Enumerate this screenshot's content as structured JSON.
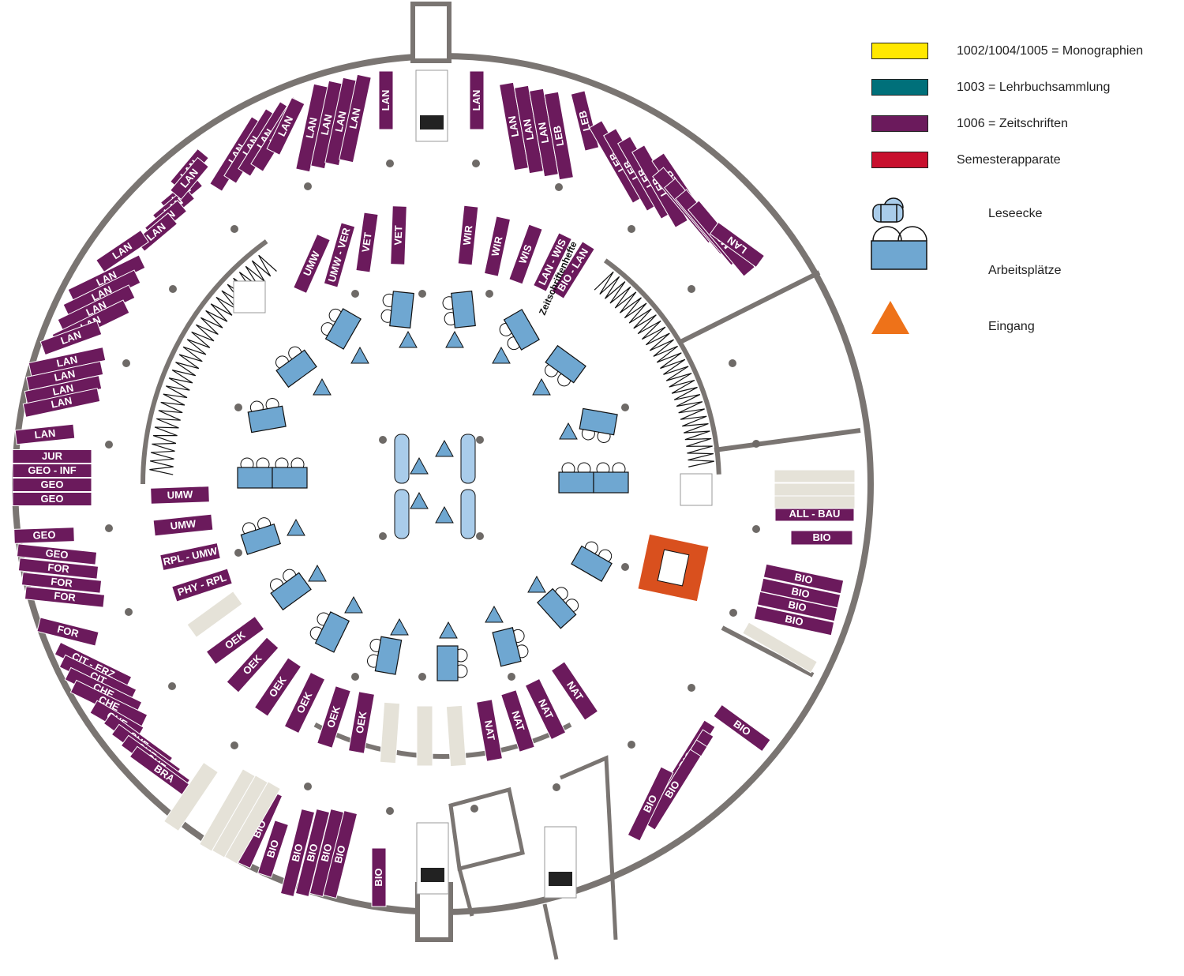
{
  "legend": {
    "items": [
      {
        "label": "1002/1004/1005 = Monographien",
        "color": "#FFE800"
      },
      {
        "label": "1003 = Lehrbuchsammlung",
        "color": "#00707A"
      },
      {
        "label": "1006 = Zeitschriften",
        "color": "#6B1A5C"
      },
      {
        "label": "Semesterapparate",
        "color": "#C8102E"
      }
    ],
    "icons": [
      {
        "label": "Leseecke",
        "icon": "reading-corner-icon"
      },
      {
        "label": "Arbeitsplätze",
        "icon": "workstation-icon"
      },
      {
        "label": "Eingang",
        "icon": "entrance-triangle-icon",
        "color": "#EE7219"
      }
    ]
  },
  "colors": {
    "journal": "#6B1A5C",
    "wall": "#7A7572",
    "desk": "#6FA7D1",
    "empty_shelf": "#E5E2D8",
    "elevator": "#D9501E",
    "entrance": "#6FA7D1"
  },
  "annotations": {
    "zeitschriftenhefte": "Zeitschriftenhefte"
  },
  "shelves": {
    "outer_left": [
      "LAN",
      "LAN",
      "LAN",
      "LAN",
      "LAN",
      "LAN",
      "LAN",
      "LAN",
      "LAN",
      "LAN",
      "LAN",
      "LAN",
      "LAN",
      "LAN",
      "LAN",
      "LAN",
      "JUR",
      "GEO - INF",
      "GEO",
      "GEO",
      "GEO",
      "GEO",
      "FOR",
      "FOR",
      "FOR",
      "FOR",
      "CIT - ERZ",
      "CIT",
      "CHE",
      "CHE",
      "CHE",
      "CHE",
      "CHE",
      "CHE",
      "BRA",
      "BRA",
      "BRA"
    ],
    "outer_top": [
      "LAN",
      "LAN",
      "LAN",
      "LAN",
      "LAN",
      "LAN",
      "LAN",
      "LAN",
      "LAN",
      "LAN",
      "LAN",
      "LAN",
      "LAN",
      "LAN",
      "LAN",
      "LEB",
      "LEB",
      "LEB",
      "LEB",
      "LEB",
      "LEB",
      "LEB",
      "LEB",
      "LEB",
      "MAS - MED",
      "MSR"
    ],
    "outer_right": [
      "ALL - BAU",
      "BIO",
      "BIO",
      "BIO",
      "BIO",
      "BIO",
      "BIO",
      "BIO",
      "BIO",
      "BIO",
      "BIO",
      "BIO"
    ],
    "outer_bottom": [
      "BIO",
      "BIO",
      "BIO",
      "BIO",
      "BIO",
      "BIO"
    ],
    "inner_top": [
      "UMW",
      "UMW - VER",
      "VET",
      "VET",
      "WIR",
      "WIR",
      "WIS",
      "LAN - WIS",
      "BIO - LAN"
    ],
    "inner_left": [
      "UMW",
      "UMW",
      "RPL - UMW",
      "PHY - RPL"
    ],
    "inner_bottom": [
      "OEK",
      "OEK",
      "OEK",
      "OEK",
      "OEK",
      "OEK",
      "NAT",
      "NAT",
      "NAT",
      "NAT"
    ]
  }
}
